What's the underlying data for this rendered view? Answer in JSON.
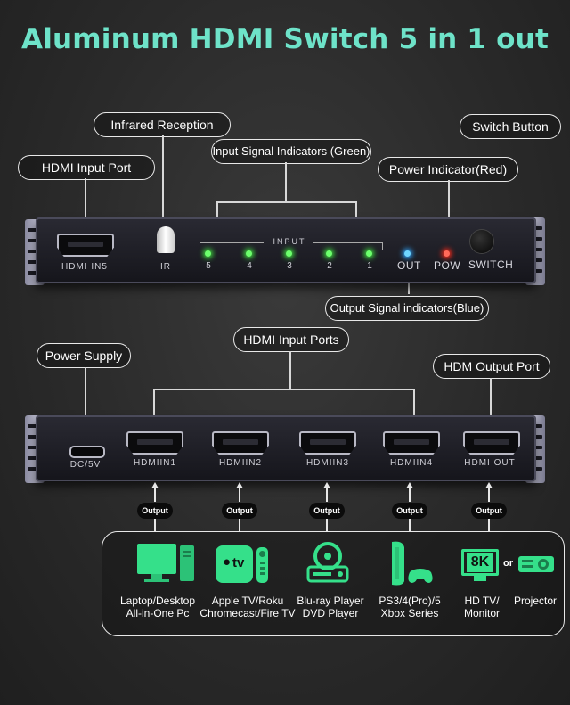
{
  "title": "Aluminum HDMI Switch 5 in 1 out",
  "callouts": {
    "infrared": "Infrared Reception",
    "switch_button": "Switch Button",
    "input_signal": "Input Signal Indicators (Green)",
    "hdmi_input_port": "HDMI Input Port",
    "power_indicator": "Power Indicator(Red)",
    "output_signal": "Output Signal indicators(Blue)",
    "hdmi_input_ports": "HDMI Input Ports",
    "power_supply": "Power Supply",
    "hdm_output_port": "HDM Output Port"
  },
  "front_panel": {
    "port_label": "HDMI IN5",
    "ir_label": "IR",
    "input_label": "INPUT",
    "input_numbers": [
      "5",
      "4",
      "3",
      "2",
      "1"
    ],
    "out_label": "OUT",
    "pow_label": "POW",
    "switch_label": "SWITCH"
  },
  "back_panel": {
    "dc_label": "DC/5V",
    "ports": [
      "HDMIIN1",
      "HDMIIN2",
      "HDMIIN3",
      "HDMIIN4",
      "HDMI OUT"
    ]
  },
  "output_tags": [
    "Output",
    "Output",
    "Output",
    "Output",
    "Output"
  ],
  "devices": [
    {
      "line1": "Laptop/Desktop",
      "line2": "All-in-One Pc",
      "icon": "computer-icon"
    },
    {
      "line1": "Apple TV/Roku",
      "line2": "Chromecast/Fire TV",
      "icon": "apple-tv-icon"
    },
    {
      "line1": "Blu-ray Player",
      "line2": "DVD Player",
      "icon": "bluray-icon"
    },
    {
      "line1": "PS3/4(Pro)/5",
      "line2": "Xbox Series",
      "icon": "console-icon"
    },
    {
      "line1": "HD TV/",
      "line2": "Monitor",
      "icon": "monitor-icon"
    },
    {
      "line1": "Projector",
      "line2": "",
      "icon": "projector-icon"
    }
  ],
  "icon_texts": {
    "tv_badge": "tv",
    "resolution": "8K",
    "or": "or"
  },
  "colors": {
    "title": "#6ee3c9",
    "icon_green": "#35e08a",
    "led_green": "#6dff6d",
    "led_blue": "#6fd6ff",
    "led_red": "#ff6a5a"
  }
}
